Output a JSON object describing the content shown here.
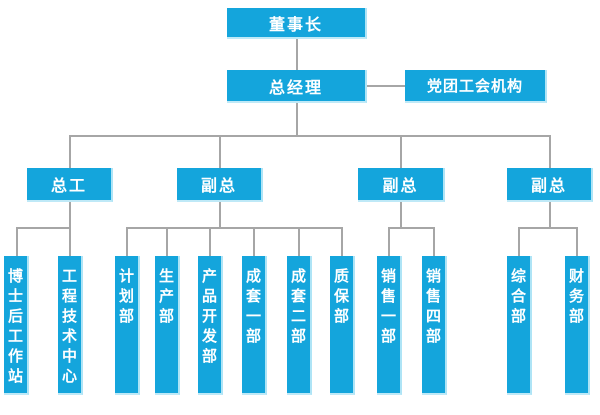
{
  "diagram": {
    "type": "org-chart",
    "colors": {
      "box_fill": "#14a5dc",
      "box_edge_highlight": "#bfe9f7",
      "box_text": "#ffffff",
      "connector": "#a6a6a6",
      "background": "#ffffff"
    },
    "org": {
      "level1": {
        "chairman": "董事长"
      },
      "level2": {
        "general_manager": "总经理",
        "party_union": "党团工会机构"
      },
      "level3": {
        "chief_engineer": "总工",
        "deputy_gm_1": "副总",
        "deputy_gm_2": "副总",
        "deputy_gm_3": "副总"
      },
      "level4": {
        "under_chief_engineer": [
          "博士后工作站",
          "工程技术中心"
        ],
        "under_deputy_1": [
          "计划部",
          "生产部",
          "产品开发部",
          "成套一部",
          "成套二部",
          "质保部"
        ],
        "under_deputy_2": [
          "销售一部",
          "销售四部"
        ],
        "under_deputy_3": [
          "综合部",
          "财务部"
        ]
      }
    }
  }
}
